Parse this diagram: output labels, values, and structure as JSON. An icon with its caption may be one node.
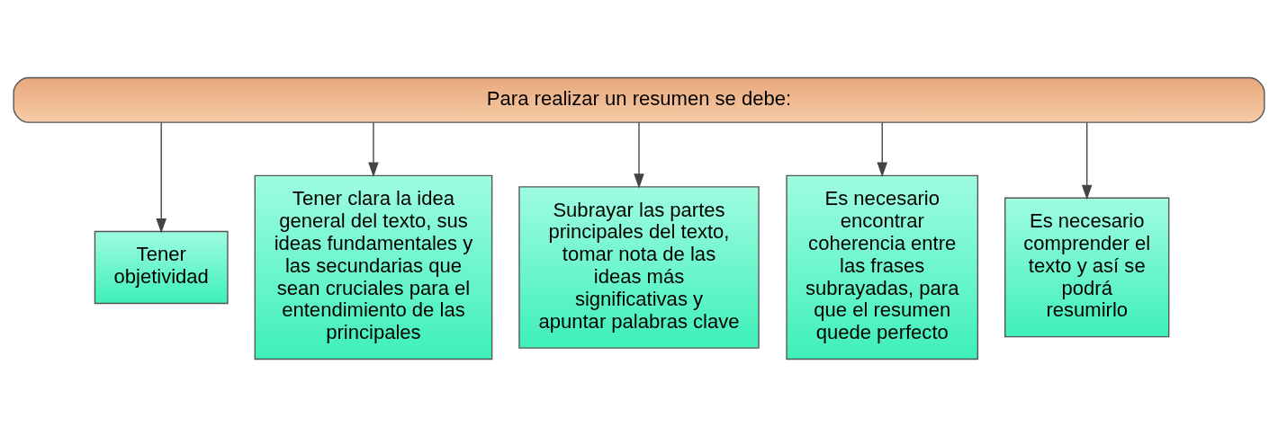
{
  "diagram": {
    "nodes": [
      {
        "text": [
          "Para realizar un resumen se debe:"
        ]
      },
      {
        "text": [
          "Tener objetividad"
        ]
      },
      {
        "text": [
          "Tener clara la idea general del texto, sus ideas fundamentales y las secundarias que sean cruciales para el entendimiento de las principales"
        ]
      },
      {
        "text": [
          "Subrayar las partes principales del texto, tomar nota de las ideas más significativas y apuntar palabras clave"
        ]
      },
      {
        "text": [
          "Es necesario encontrar coherencia entre las frases subrayadas, para que el resumen quede perfecto"
        ]
      },
      {
        "text": [
          "Es necesario comprender el texto y así se podrá resumirlo"
        ]
      }
    ],
    "edges": [
      {
        "from": 0,
        "to": 1,
        "arrow": "to"
      },
      {
        "from": 0,
        "to": 2,
        "arrow": "to"
      },
      {
        "from": 0,
        "to": 3,
        "arrow": "to"
      },
      {
        "from": 0,
        "to": 4,
        "arrow": "to"
      },
      {
        "from": 0,
        "to": 5,
        "arrow": "to"
      }
    ]
  }
}
